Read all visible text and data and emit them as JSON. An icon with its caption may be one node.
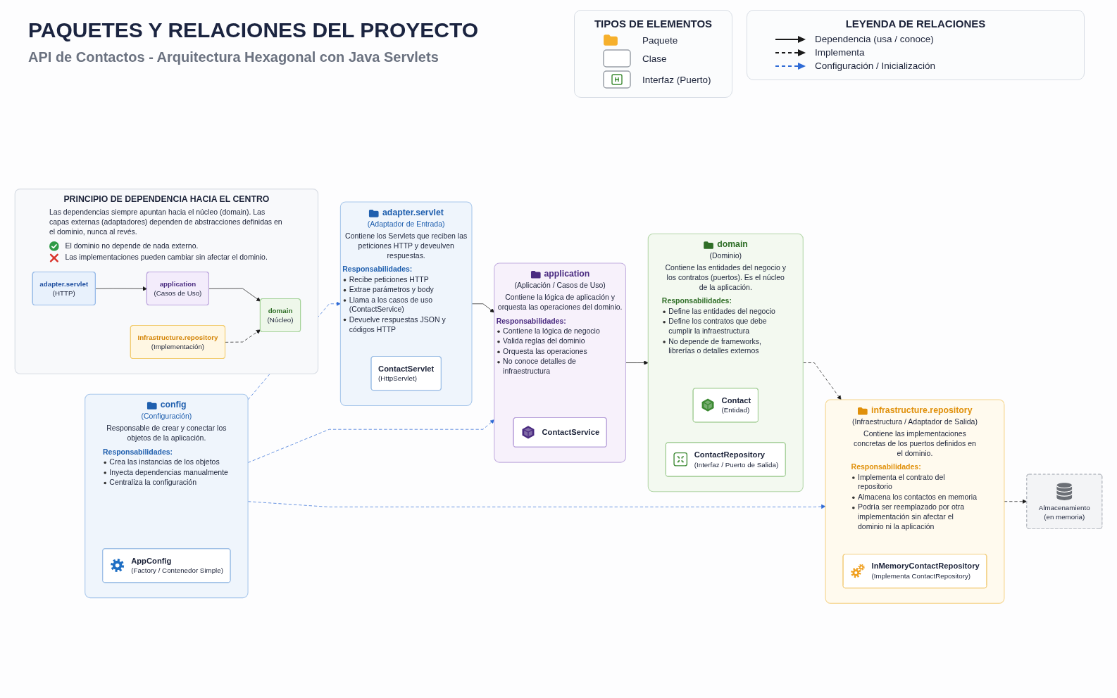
{
  "diagram": {
    "title": "PAQUETES Y RELACIONES DEL PROYECTO",
    "nodes": [
      {
        "text": [
          "adapter.servlet",
          "(Adaptador de Entrada)",
          "Contiene los Servlets que reciben las peticiones HTTP y deveulven respuestas.",
          "Responsabilidades:",
          "Recibe peticiones HTTP",
          "Extrae parámetros y body",
          "Llama a los casos de uso (ContactService)",
          "Devuelve respuestas JSON y códigos HTTP"
        ]
      },
      {
        "text": [
          "ContactServlet",
          "(HttpServlet)"
        ],
        "in": 0
      },
      {
        "text": [
          "application",
          "(Aplicación / Casos de Uso)",
          "Contiene la lógica de aplicación y orquesta las operaciones del dominio.",
          "Responsabilidades:",
          "Contiene la lógica de negocio",
          "Valida reglas del dominio",
          "Orquesta las operaciones",
          "No conoce detalles de infraestructura"
        ]
      },
      {
        "text": [
          "ContactService"
        ],
        "in": 2
      },
      {
        "text": [
          "domain",
          "(Dominio)",
          "Contiene las entidades del negocio y los contratos (puertos). Es el núcleo de la aplicación.",
          "Responsabilidades:",
          "Define las entidades del negocio",
          "Define los contratos que debe cumplir la infraestructura",
          "No depende de frameworks, librerías o detalles externos"
        ]
      },
      {
        "text": [
          "Contact",
          "(Entidad)"
        ],
        "in": 4
      },
      {
        "text": [
          "ContactRepository",
          "(Interfaz / Puerto de Salida)"
        ],
        "in": 4
      },
      {
        "text": [
          "infrastructure.repository",
          "(Infraestructura / Adaptador de Salida)",
          "Contiene las implementaciones concretas de los puertos definidos en el dominio.",
          "Responsabilidades:",
          "Implementa el contrato del repositorio",
          "Almacena los contactos en memoria",
          "Podría ser reemplazado por otra implementación sin afectar el dominio ni la aplicación"
        ]
      },
      {
        "text": [
          "InMemoryContactRepository",
          "(Implementa ContactRepository)"
        ],
        "in": 7
      },
      {
        "text": [
          "Almacenamiento (en memoria)"
        ]
      },
      {
        "text": [
          "config",
          "(Configuración)",
          "Responsable de crear y conectar los objetos de la aplicación.",
          "Responsabilidades:",
          "Crea las instancias de los objetos",
          "Inyecta dependencias manualmente",
          "Centraliza la configuración"
        ]
      },
      {
        "text": [
          "AppConfig",
          "(Factory / Contenedor Simple)"
        ],
        "in": 10
      },
      {
        "text": [
          "PRINCIPIO DE DEPENDENCIA HACIA EL CENTRO",
          "Las dependencias siempre apuntan hacia el núcleo (domain). Las capas externas (adaptadores) dependen de abstracciones definidas en el dominio, nunca al revés.",
          "El dominio no depende de nada externo.",
          "Las implementaciones pueden cambiar sin afectar el dominio."
        ]
      },
      {
        "text": [
          "adapter.servlet",
          "(HTTP)"
        ],
        "in": 12
      },
      {
        "text": [
          "application",
          "(Casos de Uso)"
        ],
        "in": 12
      },
      {
        "text": [
          "domain",
          "(Núcleo)"
        ],
        "in": 12
      },
      {
        "text": [
          "Infrastructure.repository",
          "(Implementación)"
        ],
        "in": 12
      }
    ],
    "edges": [
      {
        "from": 0,
        "to": 2,
        "arrow": "to"
      },
      {
        "from": 2,
        "to": 4,
        "arrow": "to"
      },
      {
        "from": 4,
        "to": 7,
        "arrow": "to",
        "style": "dashed"
      },
      {
        "from": 7,
        "to": 9,
        "arrow": "to",
        "style": "dashed"
      },
      {
        "from": 10,
        "to": 0,
        "arrow": "to",
        "style": "dashed",
        "color": "#2f6bd6"
      },
      {
        "from": 10,
        "to": 2,
        "arrow": "to",
        "style": "dashed",
        "color": "#2f6bd6"
      },
      {
        "from": 10,
        "to": 7,
        "arrow": "to",
        "style": "dashed",
        "color": "#2f6bd6"
      },
      {
        "from": 13,
        "to": 14,
        "arrow": "to"
      },
      {
        "from": 14,
        "to": 15,
        "arrow": "to"
      },
      {
        "from": 16,
        "to": 15,
        "arrow": "to",
        "style": "dashed"
      }
    ],
    "labels": [
      "API de Contactos - Arquitectura Hexagonal con Java Servlets",
      "LEYENDA DE RELACIONES",
      "TIPOS DE ELEMENTOS"
    ],
    "legend": [
      {
        "text": "Dependencia (usa / conoce)"
      },
      {
        "text": "Implementa"
      },
      {
        "text": "Configuración / Inicialización"
      },
      {
        "text": "Paquete"
      },
      {
        "text": "Clase"
      },
      {
        "text": "Interfaz (Puerto)"
      }
    ]
  }
}
